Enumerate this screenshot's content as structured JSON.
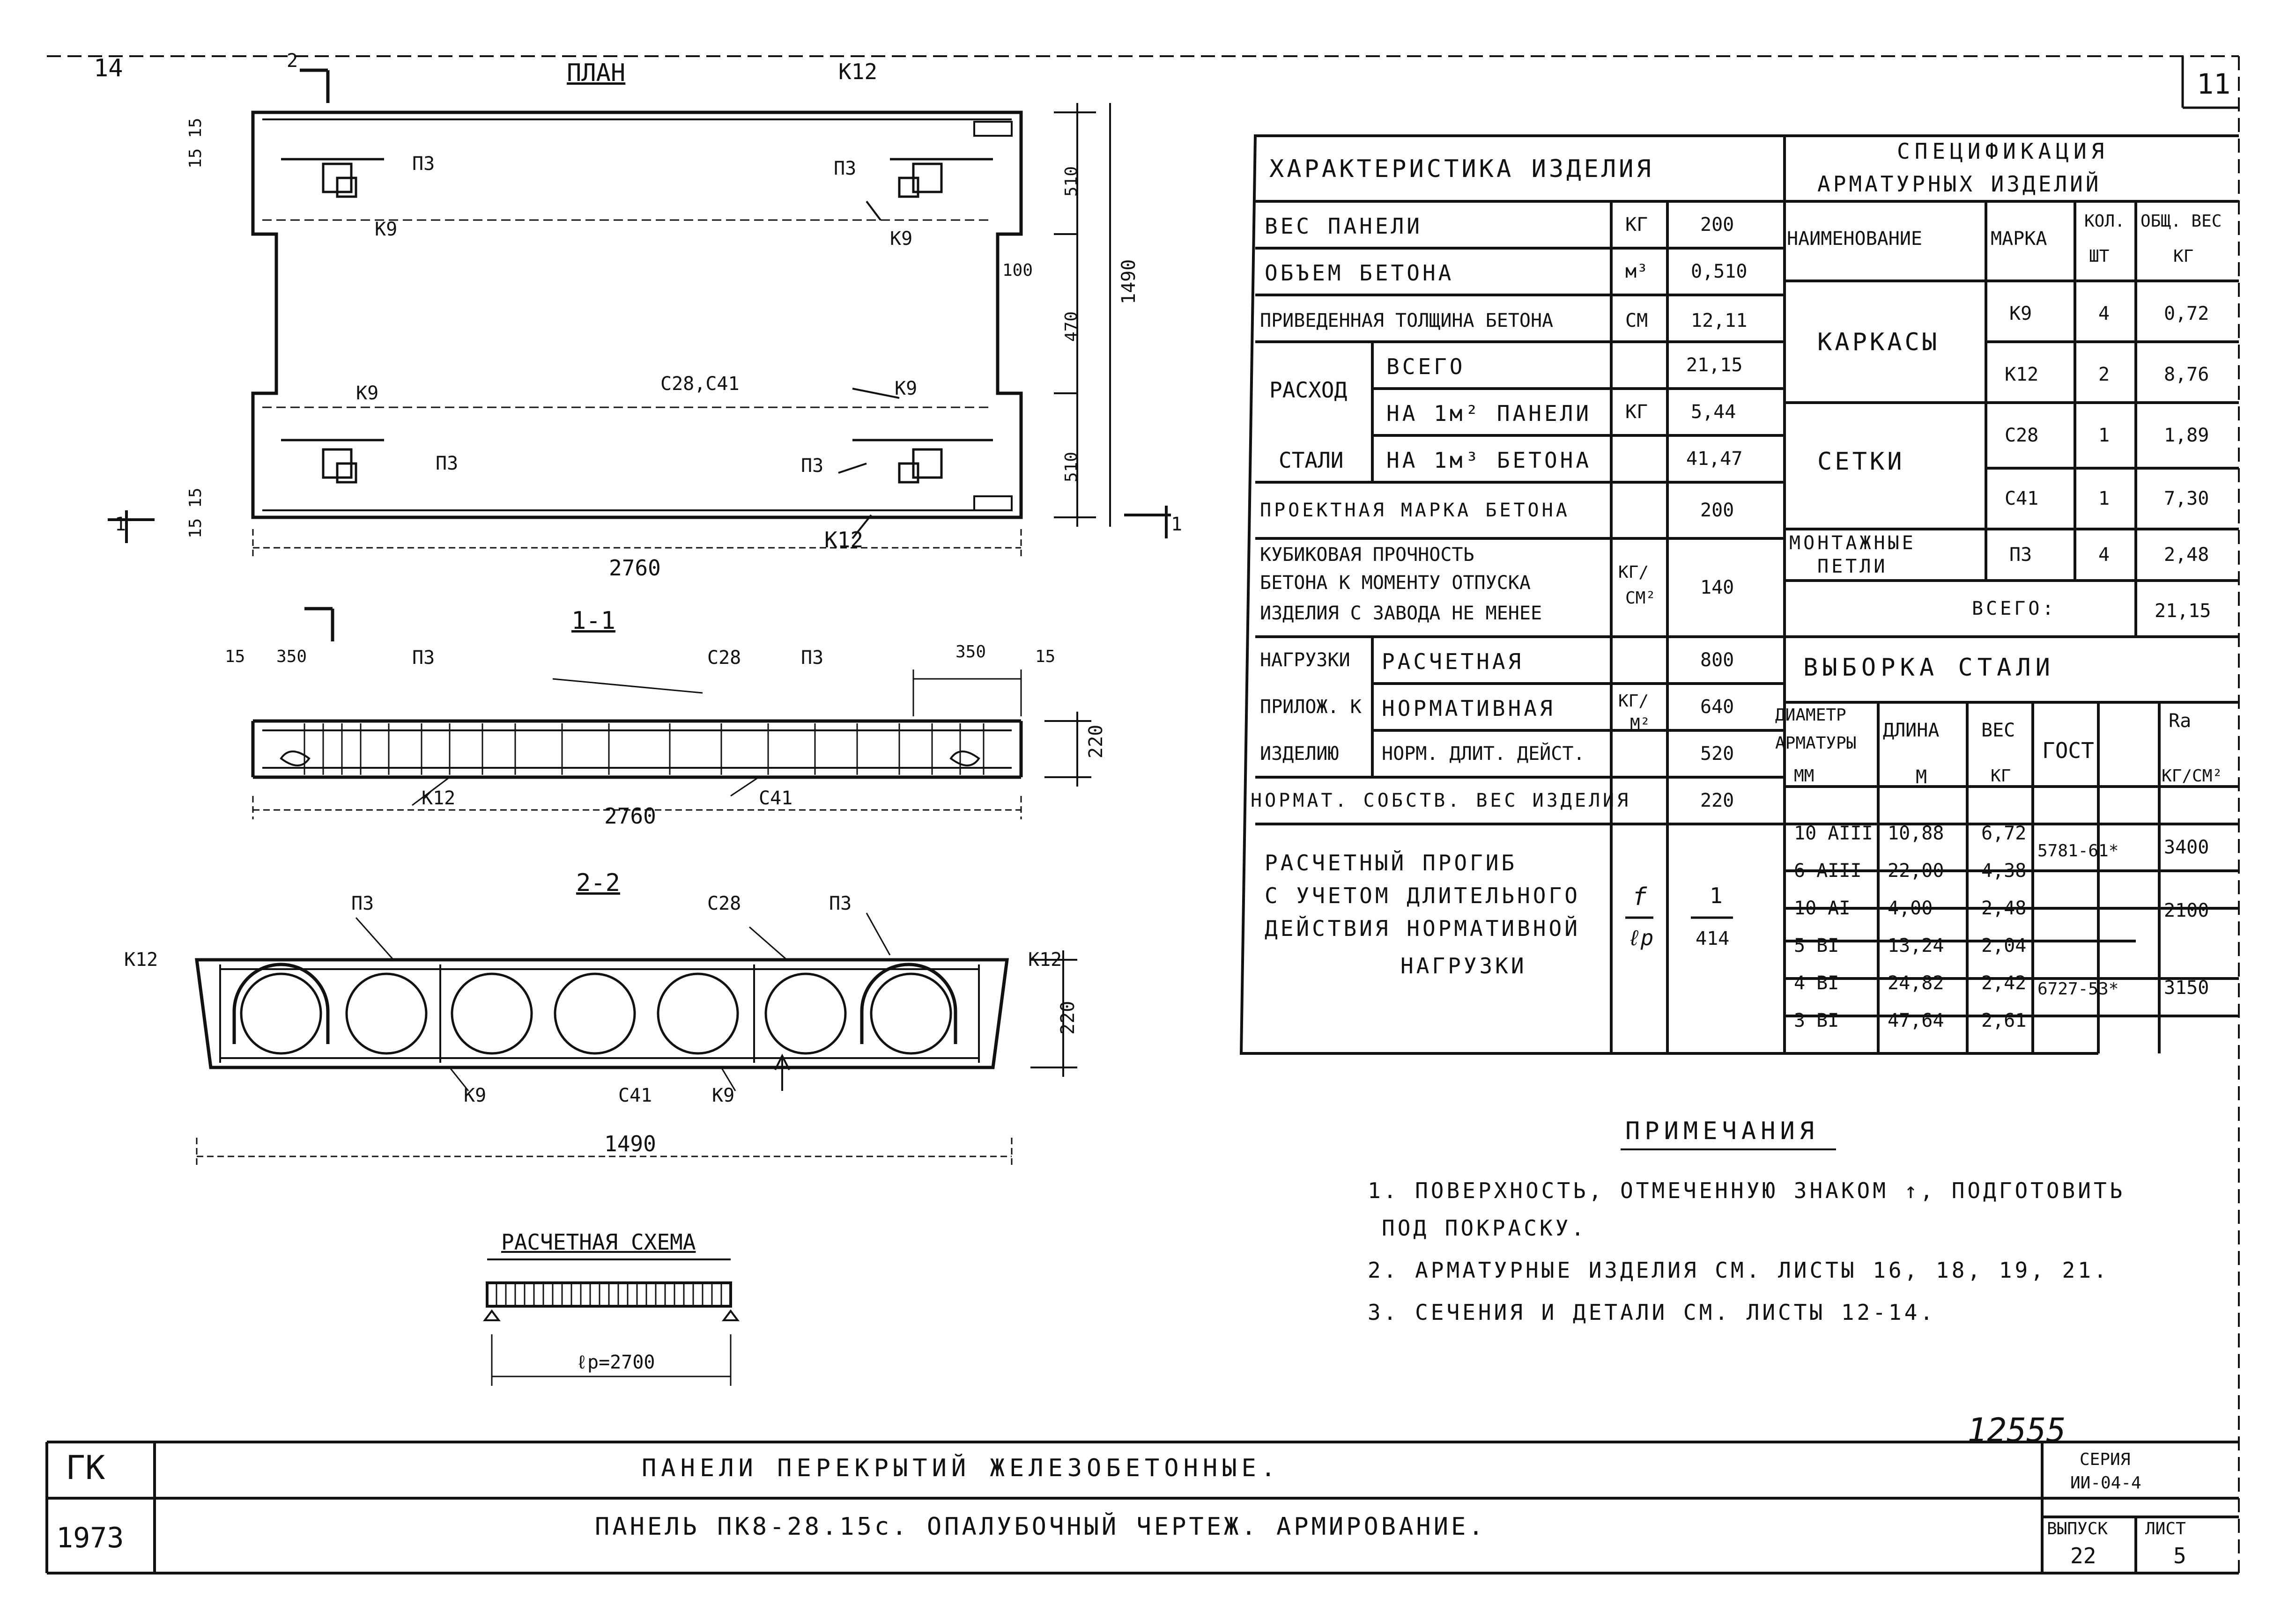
{
  "sheet": {
    "corner_left": "14",
    "corner_right": "11",
    "stamp_number": "12555"
  },
  "plan": {
    "title": "ПЛАН",
    "section_mark_1": "1",
    "section_mark_2": "2",
    "labels": {
      "k12_top": "К12",
      "k12_bottom": "К12",
      "p3": "П3",
      "k9": "К9",
      "mesh": "С28,С41"
    },
    "dims": {
      "length": "2760",
      "width": "1490",
      "side_a": "510",
      "side_b": "470",
      "side_c": "510",
      "notch": "100",
      "edge_left_top": "15  15",
      "edge_left_bottom": "15  15"
    }
  },
  "section_1": {
    "title": "1-1",
    "labels": {
      "p3_a": "П3",
      "c28": "С28",
      "p3_b": "П3",
      "k12": "К12",
      "c41": "С41"
    },
    "dims": {
      "d15_left": "15",
      "d350_left": "350",
      "d350_right": "350",
      "d15_right": "15",
      "height": "220",
      "length": "2760"
    }
  },
  "section_2": {
    "title": "2-2",
    "labels": {
      "p3_a": "П3",
      "c28": "С28",
      "p3_b": "П3",
      "k12_left": "К12",
      "k12_right": "К12",
      "k9_a": "К9",
      "c41": "С41",
      "k9_b": "К9"
    },
    "dims": {
      "width": "1490",
      "height": "220"
    }
  },
  "scheme": {
    "title": "РАСЧЕТНАЯ СХЕМА",
    "span": "ℓр=2700"
  },
  "characteristics": {
    "title": "ХАРАКТЕРИСТИКА ИЗДЕЛИЯ",
    "rows": [
      {
        "name": "ВЕС ПАНЕЛИ",
        "unit": "КГ",
        "value": "200"
      },
      {
        "name": "ОБЪЕМ БЕТОНА",
        "unit": "м³",
        "value": "0,510"
      },
      {
        "name": "ПРИВЕДЕННАЯ ТОЛЩИНА БЕТОНА",
        "unit": "СМ",
        "value": "12,11"
      }
    ],
    "steel": {
      "group_a": "РАСХОД",
      "group_b": "СТАЛИ",
      "unit": "КГ",
      "rows": [
        {
          "name": "ВСЕГО",
          "value": "21,15"
        },
        {
          "name": "НА 1м² ПАНЕЛИ",
          "value": "5,44"
        },
        {
          "name": "НА 1м³ БЕТОНА",
          "value": "41,47"
        }
      ]
    },
    "concrete_grade": {
      "name": "ПРОЕКТНАЯ МАРКА БЕТОНА",
      "value": "200"
    },
    "cube_strength": {
      "lines": [
        "КУБИКОВАЯ ПРОЧНОСТЬ",
        "БЕТОНА К МОМЕНТУ ОТПУСКА",
        "ИЗДЕЛИЯ С ЗАВОДА НЕ МЕНЕЕ"
      ],
      "unit_top": "КГ/",
      "unit_bottom": "СМ²",
      "value": "140"
    },
    "loads": {
      "group_lines": [
        "НАГРУЗКИ",
        "ПРИЛОЖ. К",
        "ИЗДЕЛИЮ"
      ],
      "unit_top": "КГ/",
      "unit_bottom": "М²",
      "rows": [
        {
          "name": "РАСЧЕТНАЯ",
          "value": "800"
        },
        {
          "name": "НОРМАТИВНАЯ",
          "value": "640"
        },
        {
          "name": "НОРМ. ДЛИТ. ДЕЙСТ.",
          "value": "520"
        }
      ]
    },
    "own_weight": {
      "name": "НОРМАТ. СОБСТВ. ВЕС ИЗДЕЛИЯ",
      "value": "220"
    },
    "deflection": {
      "lines": [
        "РАСЧЕТНЫЙ ПРОГИБ",
        "С УЧЕТОМ ДЛИТЕЛЬНОГО",
        "ДЕЙСТВИЯ НОРМАТИВНОЙ",
        "НАГРУЗКИ"
      ],
      "sym_top": "f",
      "sym_bottom": "ℓр",
      "val_top": "1",
      "val_bottom": "414"
    }
  },
  "specification": {
    "title_1": "СПЕЦИФИКАЦИЯ",
    "title_2": "АРМАТУРНЫХ ИЗДЕЛИЙ",
    "headers": {
      "name": "НАИМЕНОВАНИЕ",
      "mark": "МАРКА",
      "qty_1": "КОЛ.",
      "qty_2": "ШТ",
      "wt_1": "ОБЩ. ВЕС",
      "wt_2": "КГ"
    },
    "groups": [
      {
        "name": "КАРКАСЫ",
        "rows": [
          {
            "mark": "К9",
            "qty": "4",
            "weight": "0,72"
          },
          {
            "mark": "К12",
            "qty": "2",
            "weight": "8,76"
          }
        ]
      },
      {
        "name": "СЕТКИ",
        "rows": [
          {
            "mark": "С28",
            "qty": "1",
            "weight": "1,89"
          },
          {
            "mark": "С41",
            "qty": "1",
            "weight": "7,30"
          }
        ]
      },
      {
        "name_1": "МОНТАЖНЫЕ",
        "name_2": "ПЕТЛИ",
        "rows": [
          {
            "mark": "П3",
            "qty": "4",
            "weight": "2,48"
          }
        ]
      }
    ],
    "total_label": "ВСЕГО:",
    "total_value": "21,15"
  },
  "steel_selection": {
    "title": "ВЫБОРКА СТАЛИ",
    "headers": {
      "dia_1": "ДИАМЕТР",
      "dia_2": "АРМАТУРЫ",
      "dia_3": "ММ",
      "len_1": "ДЛИНА",
      "len_2": "М",
      "wt_1": "ВЕС",
      "wt_2": "КГ",
      "gost": "ГОСТ",
      "ra_1": "Ra",
      "ra_2": "КГ/СМ²"
    },
    "rows": [
      {
        "dia": "10 AIII",
        "len": "10,88",
        "wt": "6,72"
      },
      {
        "dia": "6 AIII",
        "len": "22,00",
        "wt": "4,38"
      },
      {
        "dia": "10 AI",
        "len": "4,00",
        "wt": "2,48"
      },
      {
        "dia": "5 BI",
        "len": "13,24",
        "wt": "2,04"
      },
      {
        "dia": "4 BI",
        "len": "24,82",
        "wt": "2,42"
      },
      {
        "dia": "3 BI",
        "len": "47,64",
        "wt": "2,61"
      }
    ],
    "gost_1": "5781-61*",
    "ra_1": "3400",
    "ra_2": "2100",
    "gost_2": "6727-53*",
    "ra_3": "3150"
  },
  "notes": {
    "title": "ПРИМЕЧАНИЯ",
    "items": [
      "1. ПОВЕРХНОСТЬ, ОТМЕЧЕННУЮ ЗНАКОМ ↑, ПОДГОТОВИТЬ",
      "ПОД ПОКРАСКУ.",
      "2. АРМАТУРНЫЕ ИЗДЕЛИЯ СМ. ЛИСТЫ 16, 18, 19, 21.",
      "3. СЕЧЕНИЯ И ДЕТАЛИ СМ. ЛИСТЫ 12-14."
    ]
  },
  "title_block": {
    "org": "ГК",
    "year": "1973",
    "line_1": "ПАНЕЛИ ПЕРЕКРЫТИЙ ЖЕЛЕЗОБЕТОННЫЕ.",
    "line_2": "ПАНЕЛЬ ПК8-28.15с. ОПАЛУБОЧНЫЙ ЧЕРТЕЖ. АРМИРОВАНИЕ.",
    "series_label": "СЕРИЯ",
    "series_value": "ИИ-04-4",
    "issue_label": "ВЫПУСК",
    "issue_value": "22",
    "sheet_label": "ЛИСТ",
    "sheet_value": "5"
  }
}
